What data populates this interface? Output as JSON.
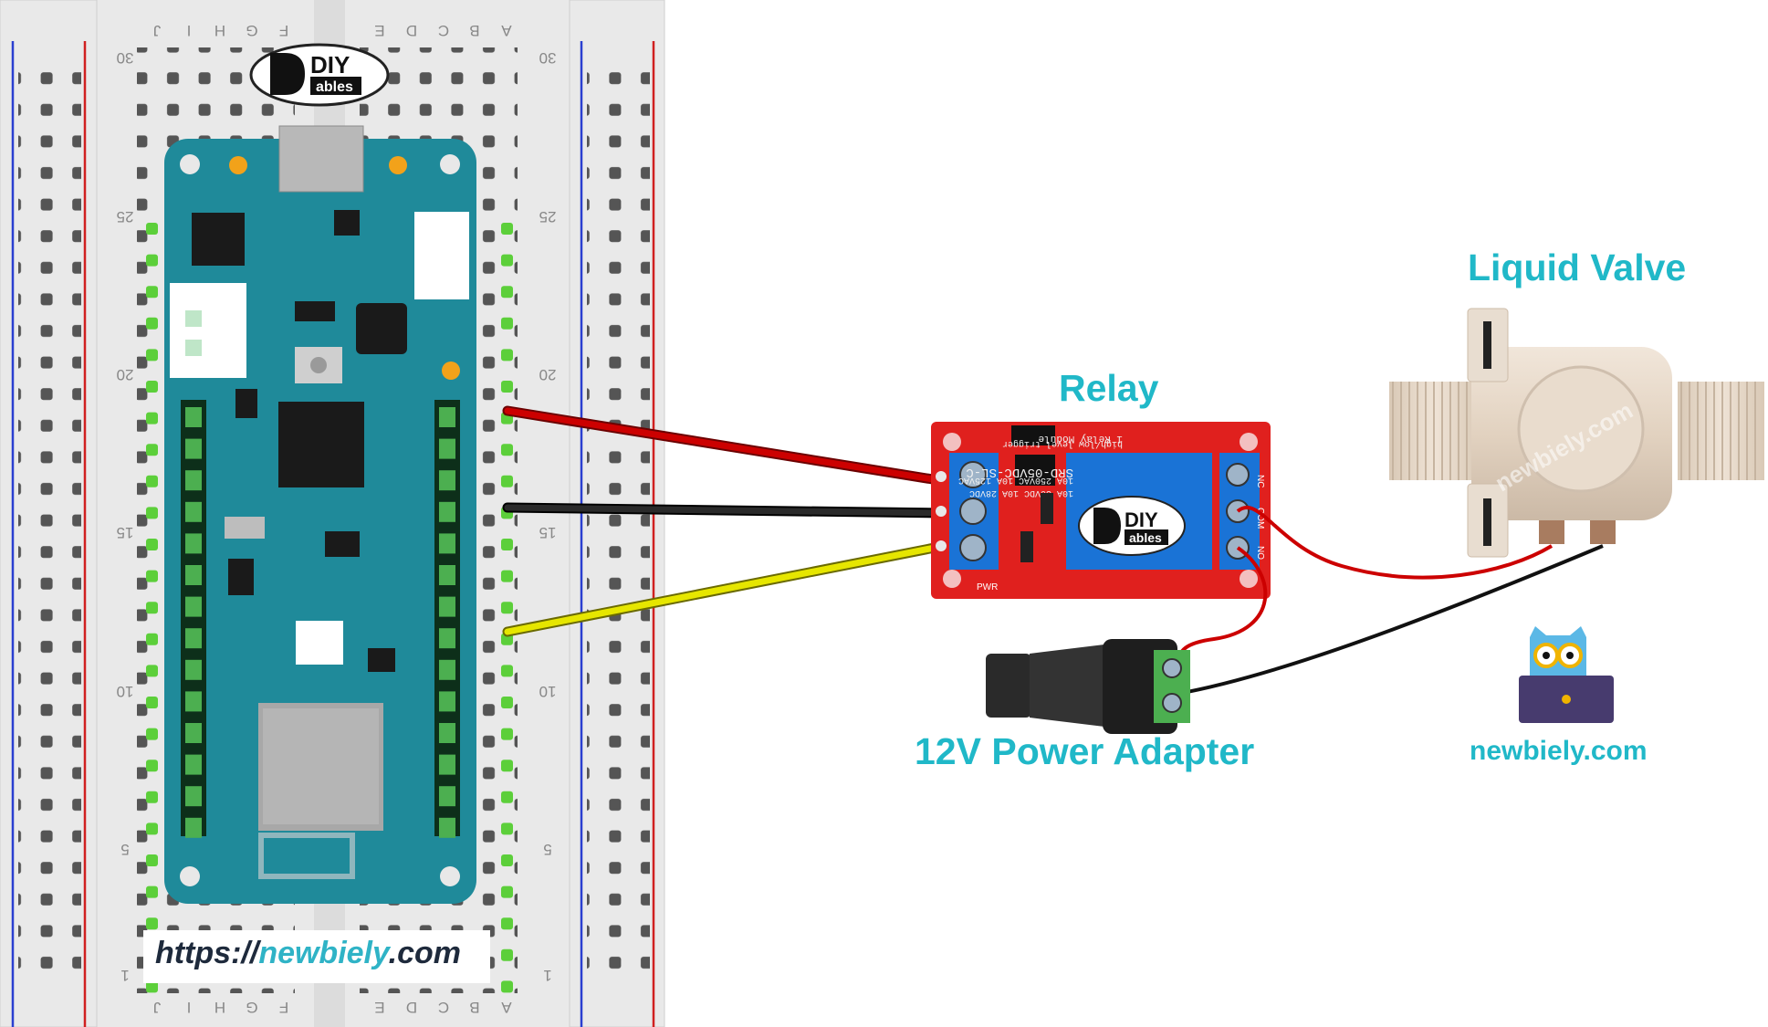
{
  "labels": {
    "relay": "Relay",
    "liquid_valve": "Liquid Valve",
    "power_adapter": "12V Power Adapter",
    "newbiely_logo_text": "newbiely.com"
  },
  "url": {
    "scheme": "https://",
    "domain": "newbiely",
    "tld": ".com"
  },
  "breadboard": {
    "column_letters": [
      "J",
      "I",
      "H",
      "G",
      "F",
      "E",
      "D",
      "C",
      "B",
      "A"
    ],
    "row_numbers": [
      "30",
      "25",
      "20",
      "15",
      "10",
      "5",
      "1"
    ]
  },
  "diyables_logo": {
    "top": "DIY",
    "bottom": "ables"
  },
  "relay_module": {
    "title_line1": "1 Relay Module",
    "title_line2": "high/low level trigger",
    "relay_part": "SRD-05VDC-SL-C",
    "rating_1": "10A 250VAC 10A 125VAC",
    "rating_2": "10A 30VDC 10A 28VDC",
    "terminal_nc": "NC",
    "terminal_com": "COM",
    "terminal_no": "NO",
    "pwr_label": "PWR"
  },
  "watermark": "newbiely.com",
  "colors": {
    "label": "#20b8c8",
    "wire_red": "#cc0000",
    "wire_black": "#1a1a1a",
    "wire_yellow": "#e6e600",
    "board": "#1f8a9a",
    "relay_board": "#e0201e",
    "terminal_blue": "#1a73d6",
    "valve": "#e6d8c8"
  }
}
